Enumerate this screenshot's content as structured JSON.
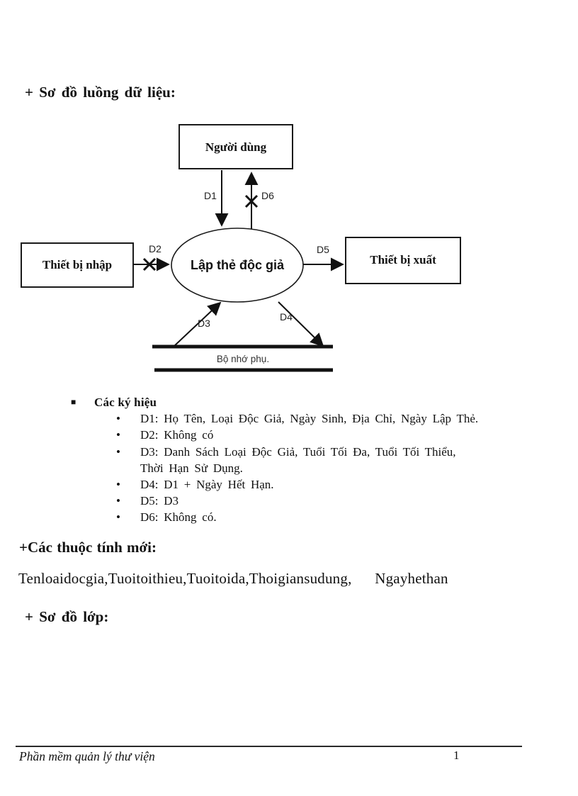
{
  "colors": {
    "ink": "#111111",
    "background": "#ffffff"
  },
  "page": {
    "heading_dfd": "+ Sơ đồ luồng dữ liệu:",
    "heading_attributes": "+Các thuộc tính mới:",
    "attributes_line": "Tenloaidocgia,Tuoitoithieu,Tuoitoida,Thoigiansudung,      Ngayhethan",
    "heading_class_diagram": "+ Sơ đồ lớp:"
  },
  "diagram": {
    "nodes": {
      "user": "Người dùng",
      "input_device": "Thiết bị nhập",
      "process": "Lập thẻ độc giả",
      "output_device": "Thiết bị xuất",
      "storage": "Bộ nhớ phụ."
    },
    "flows": {
      "d1": "D1",
      "d2": "D2",
      "d3": "D3",
      "d4": "D4",
      "d5": "D5",
      "d6": "D6"
    }
  },
  "symbols": {
    "bullet_square": "■",
    "bullet_round": "•",
    "heading": "Các ký hiệu",
    "items": [
      {
        "line1": "D1: Họ Tên, Loại Độc Giả, Ngày Sinh, Địa Chỉ, Ngày Lập Thẻ."
      },
      {
        "line1": "D2: Không có"
      },
      {
        "line1": "D3: Danh Sách Loại Độc Giả, Tuổi Tối Đa, Tuổi Tối Thiểu,",
        "line2": "Thời Hạn Sử Dụng."
      },
      {
        "line1": "D4: D1 + Ngày Hết Hạn."
      },
      {
        "line1": "D5: D3"
      },
      {
        "line1": "D6: Không có."
      }
    ]
  },
  "footer": {
    "document_title": "Phần mềm quản lý thư viện",
    "page_number": "1"
  }
}
